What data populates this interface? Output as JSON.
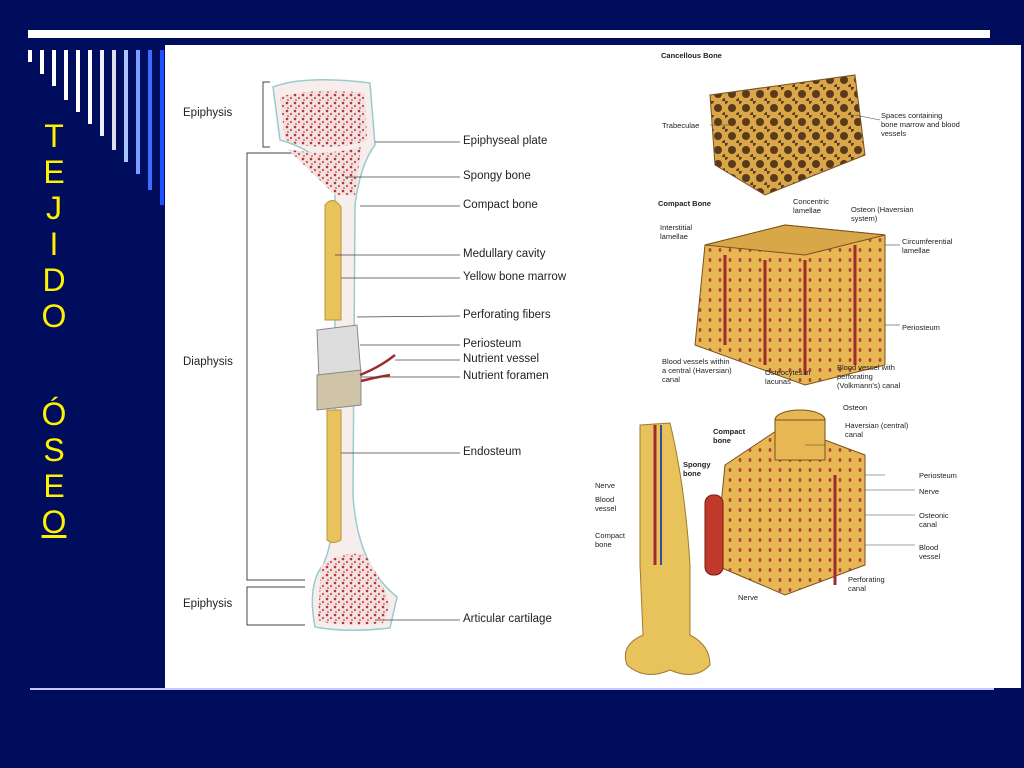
{
  "title_letters": [
    "T",
    "E",
    "J",
    "I",
    "D",
    "O",
    "",
    "Ó",
    "S",
    "E",
    "O"
  ],
  "colors": {
    "background": "#000C5C",
    "title": "#FFF200",
    "bone": "#E8C25A",
    "marrow": "#B8343A",
    "cartilage": "#EEEEEE"
  },
  "femur": {
    "left_labels": [
      "Epiphysis",
      "Diaphysis",
      "Epiphysis"
    ],
    "right_labels": [
      "Epiphyseal plate",
      "Spongy bone",
      "Compact bone",
      "Medullary cavity",
      "Yellow bone marrow",
      "Perforating fibers",
      "Periosteum",
      "Nutrient vessel",
      "Nutrient foramen",
      "Endosteum",
      "Articular cartilage"
    ]
  },
  "cancellous": {
    "heading": "Cancellous Bone",
    "trabeculae": "Trabeculae",
    "spaces": "Spaces containing bone marrow and blood vessels"
  },
  "compact": {
    "heading": "Compact Bone",
    "concentric": "Concentric lamellae",
    "osteon": "Osteon (Haversian system)",
    "interstitial": "Interstitial lamellae",
    "circumferential": "Circumferential lamellae",
    "periosteum": "Periosteum",
    "blood_vessels": "Blood vessels within a central (Haversian) canal",
    "osteocytes": "Osteocytes in lacunas",
    "blood_vessel_volkmann": "Blood vessel with perforating (Volkmann's) canal"
  },
  "bottom": {
    "osteon": "Osteon",
    "haversian": "Haversian (central) canal",
    "compact_bone": "Compact bone",
    "spongy_bone": "Spongy bone",
    "nerve_left": "Nerve",
    "blood_vessel_left": "Blood vessel",
    "compact_bone_left": "Compact bone",
    "periosteum": "Periosteum",
    "nerve_right": "Nerve",
    "osteonic_canal": "Osteonic canal",
    "blood_vessel_right": "Blood vessel",
    "perforating_canal": "Perforating canal",
    "nerve_bottom": "Nerve"
  }
}
